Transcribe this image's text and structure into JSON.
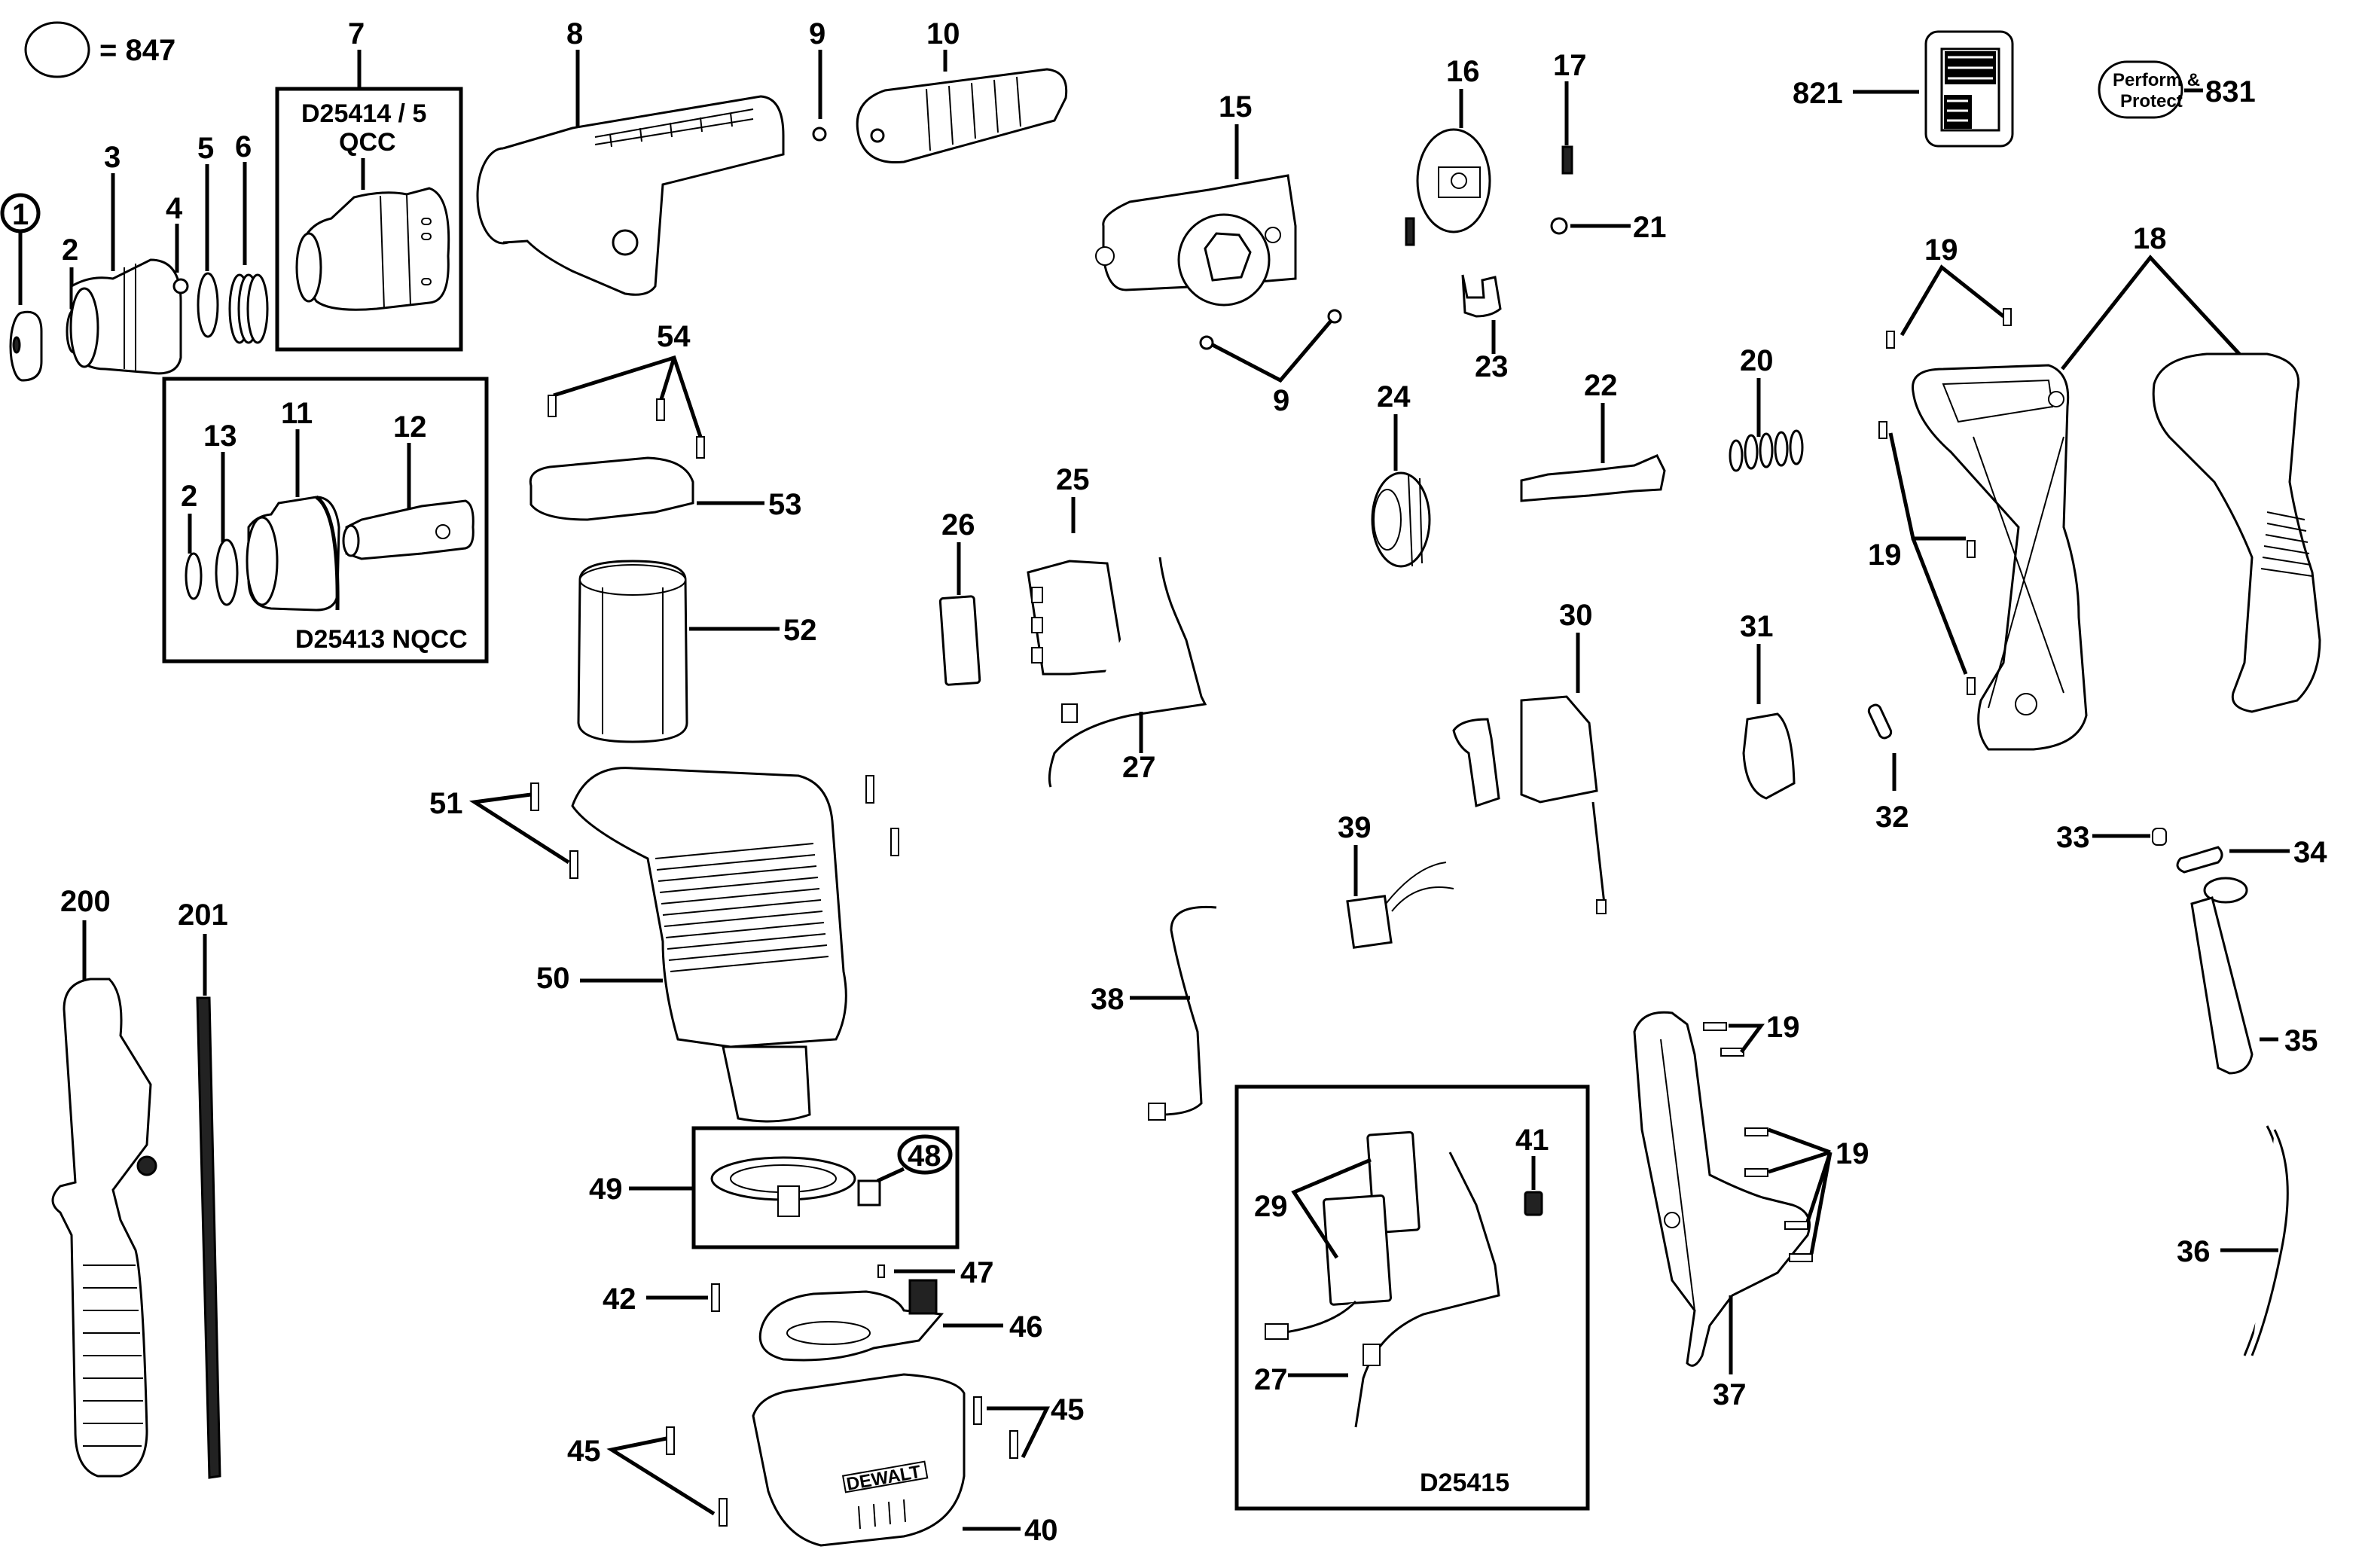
{
  "diagram": {
    "title": "Exploded parts diagram",
    "legend": {
      "symbol": "oval",
      "equals_text": "= 847"
    },
    "brand_text": "DEWALT",
    "kit_boxes": [
      {
        "id": "qcc",
        "line1": "D25414 / 5",
        "line2": "QCC"
      },
      {
        "id": "nqcc",
        "caption": "D25413 NQCC"
      },
      {
        "id": "d25415",
        "caption": "D25415"
      }
    ],
    "labels_badge": {
      "part": "821"
    },
    "perform_protect": {
      "line1": "Perform &",
      "line2": "Protect",
      "part": "831"
    },
    "callouts": [
      {
        "num": "1",
        "circled": true
      },
      {
        "num": "2"
      },
      {
        "num": "3"
      },
      {
        "num": "4"
      },
      {
        "num": "5"
      },
      {
        "num": "6"
      },
      {
        "num": "7"
      },
      {
        "num": "8"
      },
      {
        "num": "9"
      },
      {
        "num": "10"
      },
      {
        "num": "11"
      },
      {
        "num": "12"
      },
      {
        "num": "13"
      },
      {
        "num": "2b",
        "text": "2"
      },
      {
        "num": "15"
      },
      {
        "num": "16"
      },
      {
        "num": "17"
      },
      {
        "num": "18"
      },
      {
        "num": "19"
      },
      {
        "num": "20"
      },
      {
        "num": "21"
      },
      {
        "num": "22"
      },
      {
        "num": "23"
      },
      {
        "num": "24"
      },
      {
        "num": "25"
      },
      {
        "num": "26"
      },
      {
        "num": "27"
      },
      {
        "num": "29"
      },
      {
        "num": "30"
      },
      {
        "num": "31"
      },
      {
        "num": "32"
      },
      {
        "num": "33"
      },
      {
        "num": "34"
      },
      {
        "num": "35"
      },
      {
        "num": "36"
      },
      {
        "num": "37"
      },
      {
        "num": "38"
      },
      {
        "num": "39"
      },
      {
        "num": "40"
      },
      {
        "num": "41"
      },
      {
        "num": "42"
      },
      {
        "num": "45"
      },
      {
        "num": "46"
      },
      {
        "num": "47"
      },
      {
        "num": "48",
        "circled": true
      },
      {
        "num": "49"
      },
      {
        "num": "50"
      },
      {
        "num": "51"
      },
      {
        "num": "52"
      },
      {
        "num": "53"
      },
      {
        "num": "54"
      },
      {
        "num": "200"
      },
      {
        "num": "201"
      }
    ],
    "t": {
      "c1": "1",
      "c2": "2",
      "c3": "3",
      "c4": "4",
      "c5": "5",
      "c6": "6",
      "c7": "7",
      "c8": "8",
      "c9": "9",
      "c10": "10",
      "c11": "11",
      "c12": "12",
      "c13": "13",
      "c15": "15",
      "c16": "16",
      "c17": "17",
      "c18": "18",
      "c19": "19",
      "c20": "20",
      "c21": "21",
      "c22": "22",
      "c23": "23",
      "c24": "24",
      "c25": "25",
      "c26": "26",
      "c27": "27",
      "c29": "29",
      "c30": "30",
      "c31": "31",
      "c32": "32",
      "c33": "33",
      "c34": "34",
      "c35": "35",
      "c36": "36",
      "c37": "37",
      "c38": "38",
      "c39": "39",
      "c40": "40",
      "c41": "41",
      "c42": "42",
      "c45": "45",
      "c46": "46",
      "c47": "47",
      "c48": "48",
      "c49": "49",
      "c50": "50",
      "c51": "51",
      "c52": "52",
      "c53": "53",
      "c54": "54",
      "c200": "200",
      "c201": "201",
      "c821": "821",
      "c831": "831"
    }
  }
}
